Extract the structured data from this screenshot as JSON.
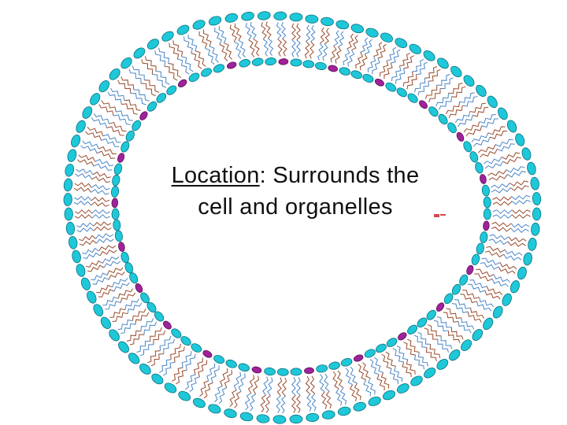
{
  "caption": {
    "term": "Location",
    "colon": ":",
    "rest_line1": " Surrounds the",
    "line2": "cell and organelles"
  },
  "membrane": {
    "head_outer_color": "#1ec8d8",
    "head_outer_stroke": "#0a6f80",
    "head_inner_color": "#a0229a",
    "head_inner_stroke": "#5a0f55",
    "tail_color_a": "#4a86c8",
    "tail_color_b": "#9a4a2a"
  }
}
